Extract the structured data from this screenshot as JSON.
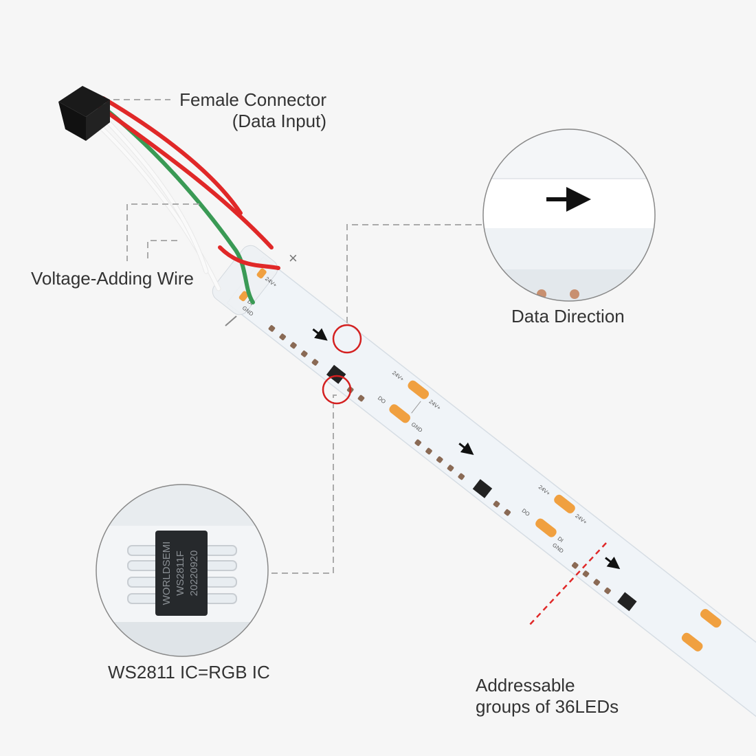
{
  "labels": {
    "female_connector_line1": "Female Connector",
    "female_connector_line2": "(Data Input)",
    "voltage_wire": "Voltage-Adding Wire",
    "data_direction": "Data Direction",
    "ic_label": "WS2811 IC=RGB IC",
    "groups_line1": "Addressable",
    "groups_line2": "groups of 36LEDs"
  },
  "pcb": {
    "pad_24v": "24V+",
    "pad_di": "DI",
    "pad_do": "DO",
    "pad_gnd": "GND",
    "chip_line1": "WORLDSEMI",
    "chip_line2": "WS2811F",
    "chip_line3": "20220920"
  },
  "colors": {
    "background": "#f6f6f6",
    "strip": "#f0f4f8",
    "pad": "#f0a040",
    "wire_red": "#e02828",
    "wire_green": "#3a9a55",
    "wire_white": "#fafafa",
    "cut_line": "#e02828",
    "highlight_ring": "#d42020",
    "leader_line": "#aaaaaa"
  },
  "icons": [
    "arrow-right-icon",
    "close-icon"
  ]
}
